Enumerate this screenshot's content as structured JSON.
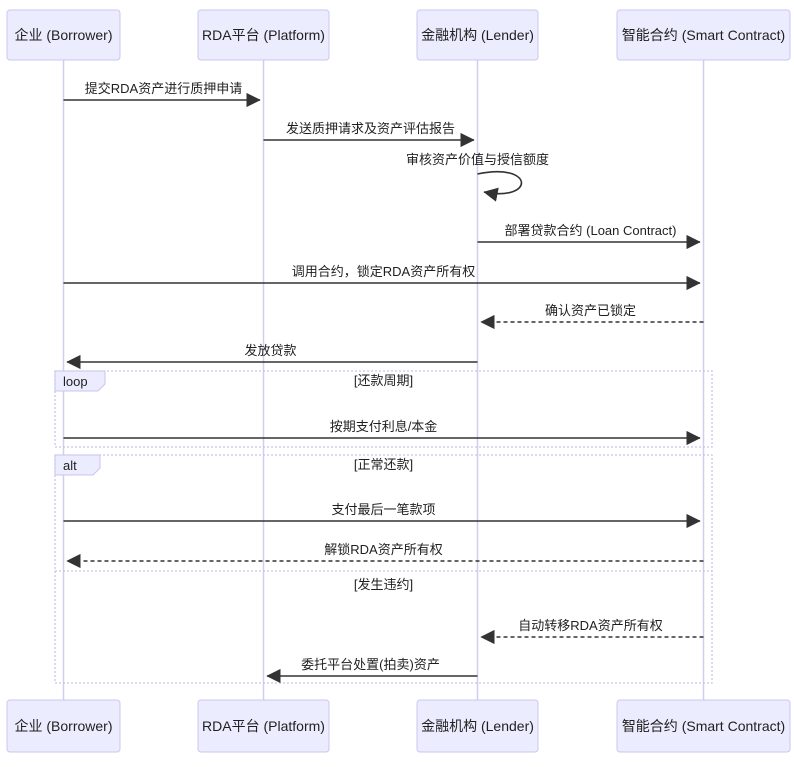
{
  "diagram": {
    "type": "sequence-diagram",
    "participants": [
      {
        "id": "borrower",
        "label": "企业 (Borrower)"
      },
      {
        "id": "platform",
        "label": "RDA平台 (Platform)"
      },
      {
        "id": "lender",
        "label": "金融机构 (Lender)"
      },
      {
        "id": "contract",
        "label": "智能合约 (Smart Contract)"
      }
    ],
    "messages": [
      {
        "text": "提交RDA资产进行质押申请",
        "from": "borrower",
        "to": "platform",
        "line": "solid"
      },
      {
        "text": "发送质押请求及资产评估报告",
        "from": "platform",
        "to": "lender",
        "line": "solid"
      },
      {
        "text": "审核资产价值与授信额度",
        "from": "lender",
        "to": "lender",
        "line": "self"
      },
      {
        "text": "部署贷款合约 (Loan Contract)",
        "from": "lender",
        "to": "contract",
        "line": "solid"
      },
      {
        "text": "调用合约，锁定RDA资产所有权",
        "from": "borrower",
        "to": "contract",
        "line": "solid"
      },
      {
        "text": "确认资产已锁定",
        "from": "contract",
        "to": "lender",
        "line": "dashed"
      },
      {
        "text": "发放贷款",
        "from": "lender",
        "to": "borrower",
        "line": "solid"
      },
      {
        "text": "按期支付利息/本金",
        "from": "borrower",
        "to": "contract",
        "line": "solid"
      },
      {
        "text": "支付最后一笔款项",
        "from": "borrower",
        "to": "contract",
        "line": "solid"
      },
      {
        "text": "解锁RDA资产所有权",
        "from": "contract",
        "to": "borrower",
        "line": "dashed"
      },
      {
        "text": "自动转移RDA资产所有权",
        "from": "contract",
        "to": "lender",
        "line": "dashed"
      },
      {
        "text": "委托平台处置(拍卖)资产",
        "from": "lender",
        "to": "platform",
        "line": "solid"
      }
    ],
    "frames": [
      {
        "label": "loop",
        "condition": "[还款周期]"
      },
      {
        "label": "alt",
        "condition": "[正常还款]",
        "else_condition": "[发生违约]"
      }
    ],
    "colors": {
      "actor_fill": "#ECECFF",
      "actor_border": "#CCC6F0",
      "lifeline": "#D2CDEE",
      "frame_border": "#C9C4EC",
      "arrow": "#333333",
      "text": "#1F1F1F",
      "background": "#FFFFFF"
    }
  }
}
